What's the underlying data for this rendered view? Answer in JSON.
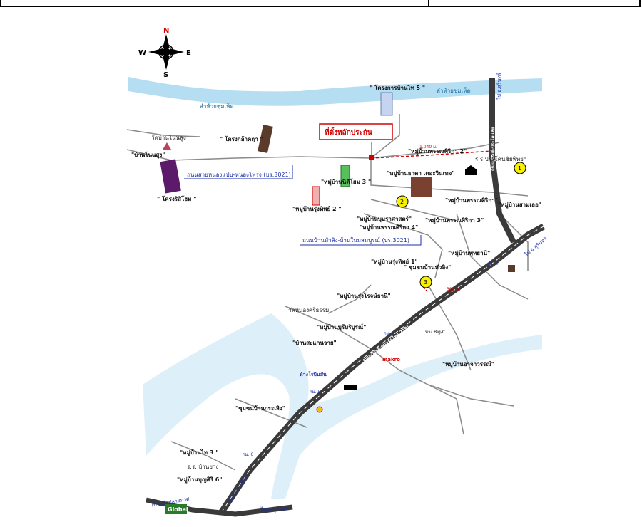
{
  "compass": {
    "n": "N",
    "s": "S",
    "e": "E",
    "w": "W"
  },
  "title_box": "ที่ตั้งหลักประกัน",
  "rivers": {
    "upper_left": "ลำห้วยชุมเห็ด",
    "upper_right": "ลำห้วยชุมเห็ด"
  },
  "villages": {
    "ban_thai5": "\" โครงการบ้านไท 5 \"",
    "klafah": "\" โครงกล้าคฤา \"",
    "ban_non": "\"บ้านโนนสูง\"",
    "siriyom": "\" โครงริสิโฮม \"",
    "pornsirika2": "\"หมู่บ้านพรรณศิริกา 2\"",
    "sathorn": "\"หมู่บ้านนิติโฮม 3 \"",
    "rungthip2": "\"หมู่บ้านรุ่งทิพย์ 2 \"",
    "chadda": "\"หมู่บ้านธาดา เดอะวินเทจ\"",
    "pornsirika_r": "\"หมู่บ้านพรรณศิริกา\"",
    "samoe": "\"หมู่บ้านสามเออ\"",
    "puttasat": "\"หมู่บ้านบุษราศาสตร์\"",
    "pornsirika3": "\"หมู่บ้านพรรณศิริกา 3\"",
    "pornsirika4": "\"หมู่บ้านพรรณศิริกา 4\"",
    "rungthip1": "\"หมู่บ้านรุ่งทิพย์ 1\"",
    "chumchon_hualing": "\" ชุมชนบ้านหัวลิง\"",
    "phuttani": "\"หมู่บ้านพุทธานี\"",
    "rungroj": "\"หมู่บ้านรุ่งโรจน์ธานี\"",
    "burirom": "\"หมู่บ้านบุรีบริบูรณ์\"",
    "thanon": "\"บ้านสะแกนวาย\"",
    "kradang": "\"ชุมชนบ้านกระเสิง\"",
    "thai3": "\"หมู่บ้านไท 3 \"",
    "boonsiri6": "\"หมู่บ้านบุญศิริ 6\"",
    "ubonwan": "\"หมู่บ้านอาจาวรรณ์\""
  },
  "roads": {
    "road1": "ถนนสายหนองแปบ-หนองโพรง (บร.3021)",
    "road2": "ถนนบ้านหัวลิง-บ้านในมสมบูรณ์ (บร.3021)",
    "hwy_main": "ถนนบุรีรัมย์-พนมรุ้ง (ทล.219)",
    "hwy_top": "ถนนบุรีรัมย์-ประโคนชัย",
    "to_surin_top": "ไป อ.สุรินทร์",
    "to_surin_mid": "ไป อ.สุรินทร์",
    "to_nanglong": "ไป อ.นางรอง",
    "to_surin_bot": "ไป อ.สุรินทร์",
    "to_lamplaimat": "ไป อ.ลำปลายมาศ"
  },
  "distances": {
    "d1": "1,040 ม.",
    "d2": "395 ม."
  },
  "markers": [
    "1",
    "2",
    "3"
  ],
  "km": {
    "km3": "กม. 3",
    "km4": "กม. 4",
    "km5": "กม. 5",
    "km6": "กม. 6"
  },
  "places": {
    "global": "Global",
    "makro": "makro",
    "bigc": "ห้าง Big-C",
    "robinson": "ห้างโรบินสัน",
    "wat_top": "วัดบ้านโนนสูง",
    "wat_prasat": "วัดหนองศรีธรรม",
    "school_top": "ร.ร.ประโคนชัยพิทยา",
    "school_bot": "ร.ร. บ้านยาง"
  },
  "colors": {
    "river": "#a8d8f0",
    "road_blue": "#1b2fa8",
    "red": "#d10000",
    "highway": "#3a3a3a",
    "marker": "#f7f000"
  }
}
